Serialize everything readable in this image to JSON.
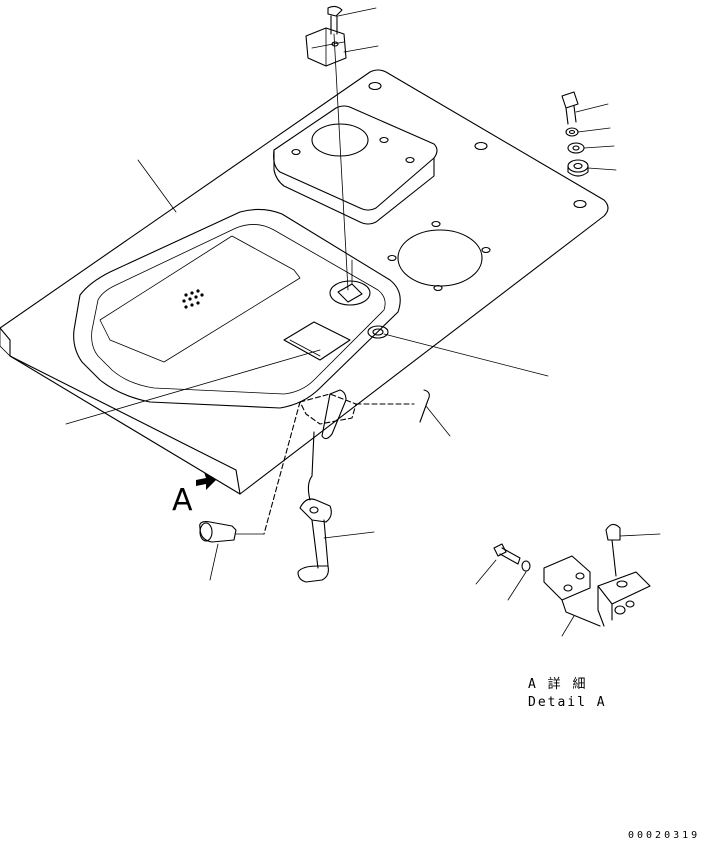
{
  "labels": {
    "view_marker": "A",
    "detail_title_jp": "A 詳 細",
    "detail_title_en": "Detail A",
    "drawing_code": "00020319"
  }
}
